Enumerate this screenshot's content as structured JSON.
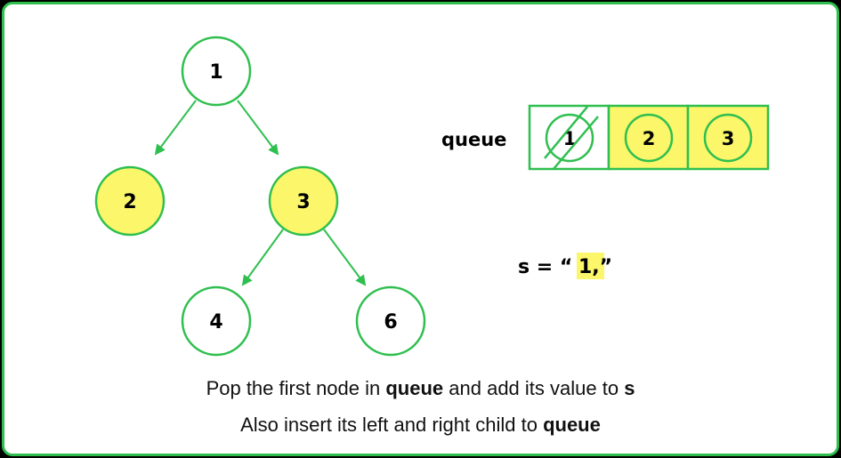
{
  "colors": {
    "green": "#2fbf4f",
    "highlight": "#fbf66a",
    "white": "#ffffff"
  },
  "tree": {
    "nodes": [
      {
        "id": "n1",
        "label": "1",
        "highlighted": false
      },
      {
        "id": "n2",
        "label": "2",
        "highlighted": true
      },
      {
        "id": "n3",
        "label": "3",
        "highlighted": true
      },
      {
        "id": "n4",
        "label": "4",
        "highlighted": false
      },
      {
        "id": "n6",
        "label": "6",
        "highlighted": false
      }
    ],
    "edges": [
      [
        "n1",
        "n2"
      ],
      [
        "n1",
        "n3"
      ],
      [
        "n3",
        "n4"
      ],
      [
        "n3",
        "n6"
      ]
    ]
  },
  "queue": {
    "label": "queue",
    "cells": [
      {
        "value": "1",
        "popped": true
      },
      {
        "value": "2",
        "popped": false
      },
      {
        "value": "3",
        "popped": false
      }
    ]
  },
  "s_expr": {
    "prefix": "s = “",
    "value": "1,",
    "suffix": "”"
  },
  "caption": {
    "line1": {
      "part1": "Pop the first node in ",
      "bold1": "queue",
      "part2": " and add its value to ",
      "bold2": "s"
    },
    "line2": {
      "part1": "Also insert its left and right child to ",
      "bold1": "queue"
    }
  }
}
